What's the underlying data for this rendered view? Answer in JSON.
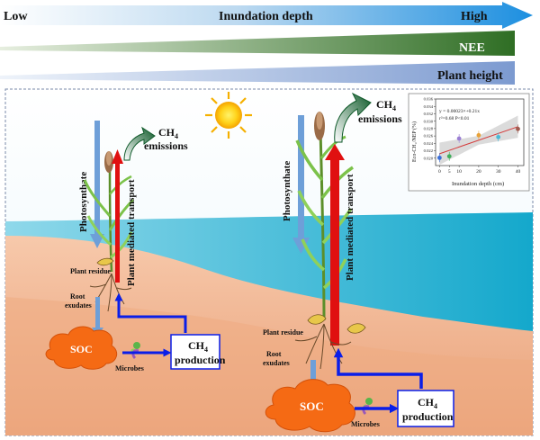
{
  "header": {
    "low": "Low",
    "title": "Inundation depth",
    "high": "High",
    "nee": "NEE",
    "plant_height": "Plant height"
  },
  "left": {
    "photosynthate": "Photosynthate",
    "transport": "Plant mediated transport",
    "ch4": "CH",
    "ch4_sub": "4",
    "emissions": "emissions",
    "plant_residue": "Plant residue",
    "root": "Root",
    "exudates": "exudates",
    "soc": "SOC",
    "microbes": "Microbes",
    "ch4_box": "CH",
    "ch4_box_sub": "4",
    "production": "production"
  },
  "right": {
    "photosynthate": "Photosynthate",
    "transport": "Plant mediated transport",
    "ch4": "CH",
    "ch4_sub": "4",
    "emissions": "emissions",
    "plant_residue": "Plant residue",
    "root": "Root",
    "exudates": "exudates",
    "soc": "SOC",
    "microbes": "Microbes",
    "ch4_box": "CH",
    "ch4_box_sub": "4",
    "production": "production"
  },
  "inset": {
    "type": "scatter",
    "equation": "y = 0.00023×+0.21x",
    "stats": "r²=0.68 P<0.01",
    "xlabel": "Inundation depth (cm)",
    "ylabel": "Eco-CH₄/NEP (%)",
    "xticks": [
      "0",
      "5",
      "10",
      "20",
      "30",
      "40"
    ],
    "yticks": [
      "0.020",
      "0.022",
      "0.024",
      "0.026",
      "0.028",
      "0.030",
      "0.032",
      "0.034",
      "0.036"
    ]
  },
  "chart_data": {
    "type": "scatter",
    "xlabel": "Inundation depth (cm)",
    "ylabel": "Eco-CH₄/NEP (%)",
    "xlim": [
      -2,
      43
    ],
    "ylim": [
      0.018,
      0.036
    ],
    "x": [
      0,
      5,
      10,
      20,
      30,
      40
    ],
    "y": [
      0.0201,
      0.0205,
      0.0253,
      0.0262,
      0.0257,
      0.0279
    ],
    "colors": [
      "#3b6fd6",
      "#3fae5a",
      "#9b7fd4",
      "#e8a23a",
      "#4ab9d6",
      "#9e5a4f"
    ],
    "trend": {
      "x": [
        0,
        40
      ],
      "y": [
        0.0212,
        0.0285
      ],
      "color": "#d43a3a"
    }
  },
  "colors": {
    "blue_arrow": "#6e9fd8",
    "red_arrow": "#e01010",
    "flow_blue": "#0a1ee8",
    "soil": "#f2b08a",
    "water": "#1fb3cf",
    "nee_green": "#2f6e24",
    "soc_orange": "#f56a14"
  }
}
